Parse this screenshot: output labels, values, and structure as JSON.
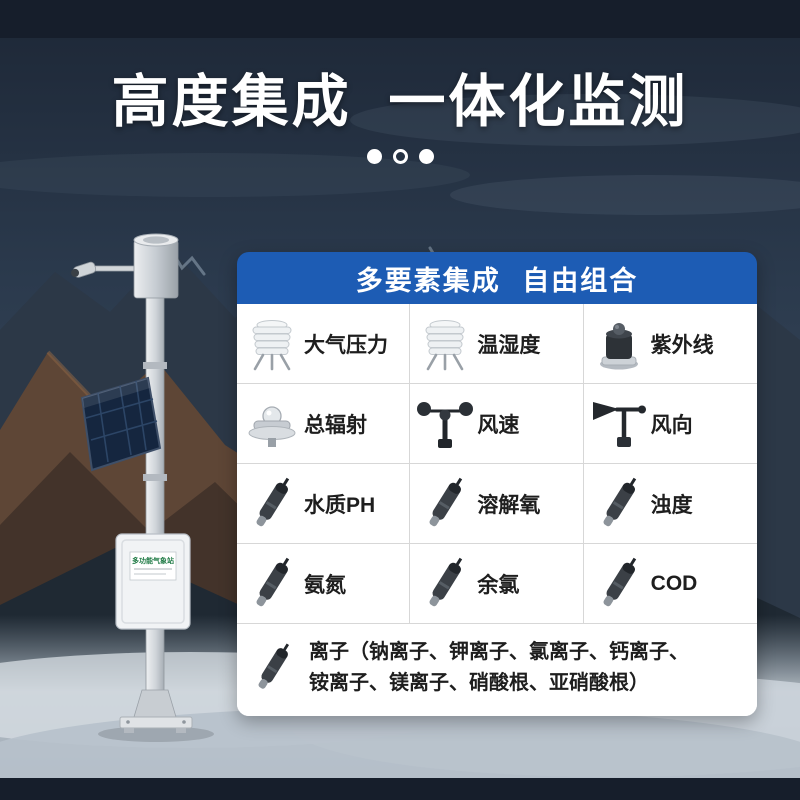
{
  "page": {
    "title": "高度集成 一体化监测",
    "carousel_dots": [
      "filled",
      "outline",
      "filled"
    ],
    "bg_dark": "#161e2b",
    "title_color": "#ffffff"
  },
  "station": {
    "label": "多功能气象站"
  },
  "panel": {
    "title": "多要素集成 自由组合",
    "header_color": "#1d5cb4",
    "body_color": "#ffffff",
    "rows": [
      {
        "cells": [
          {
            "icon": "radiation-shield",
            "label": "大气压力"
          },
          {
            "icon": "radiation-shield",
            "label": "温湿度"
          },
          {
            "icon": "uv-sensor",
            "label": "紫外线"
          }
        ]
      },
      {
        "cells": [
          {
            "icon": "pyranometer",
            "label": "总辐射"
          },
          {
            "icon": "cup-anemometer",
            "label": "风速"
          },
          {
            "icon": "wind-vane",
            "label": "风向"
          }
        ]
      },
      {
        "cells": [
          {
            "icon": "water-probe",
            "label": "水质PH"
          },
          {
            "icon": "water-probe",
            "label": "溶解氧"
          },
          {
            "icon": "water-probe",
            "label": "浊度"
          }
        ]
      },
      {
        "cells": [
          {
            "icon": "water-probe",
            "label": "氨氮"
          },
          {
            "icon": "water-probe",
            "label": "余氯"
          },
          {
            "icon": "water-probe",
            "label": "COD"
          }
        ]
      }
    ],
    "footer": {
      "icon": "water-probe",
      "lines": [
        "离子（钠离子、钾离子、氯离子、钙离子、",
        "铵离子、镁离子、硝酸根、亚硝酸根）"
      ]
    }
  }
}
